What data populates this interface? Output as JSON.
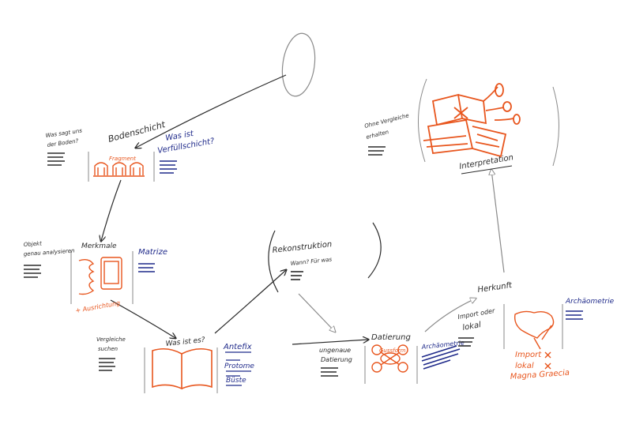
{
  "colors": {
    "ink": "#2b2b2b",
    "pencil": "#8a8a8a",
    "orange": "#e8561e",
    "blue": "#1f2a8a"
  },
  "nodes": {
    "bodenschicht": {
      "title": "Bodenschicht",
      "left_note_1": "Was sagt uns",
      "left_note_2": "der Boden?",
      "sketch_label": "Fragment",
      "right_note_1": "Was ist",
      "right_note_2": "Verfüllschicht?"
    },
    "merkmale": {
      "title": "Merkmale",
      "left_note_1": "Objekt",
      "left_note_2": "genau analysieren",
      "right_note": "Matrize",
      "bottom_note": "+ Ausrichtung"
    },
    "was_ist_es": {
      "title": "Was ist es?",
      "left_note_1": "Vergleiche",
      "left_note_2": "suchen",
      "right_note_1": "Antefix",
      "right_note_2": "Protome",
      "right_note_3": "Büste"
    },
    "rekonstruktion": {
      "title": "Rekonstruktion",
      "subtitle": "Wann? Für was"
    },
    "datierung": {
      "title": "Datierung",
      "left_note_1": "ungenaue",
      "left_note_2": "Datierung",
      "sketch_label": "Gussform",
      "right_note": "Archäometrie"
    },
    "herkunft": {
      "title": "Herkunft",
      "left_note_1": "Import oder",
      "left_note_2": "lokal",
      "right_note": "Archäometrie",
      "bottom_1": "Import",
      "bottom_2": "lokal",
      "bottom_3": "Magna Graecia"
    },
    "interpretation": {
      "title": "Interpretation",
      "left_note_1": "Ohne Vergleiche",
      "left_note_2": "erhalten"
    }
  }
}
